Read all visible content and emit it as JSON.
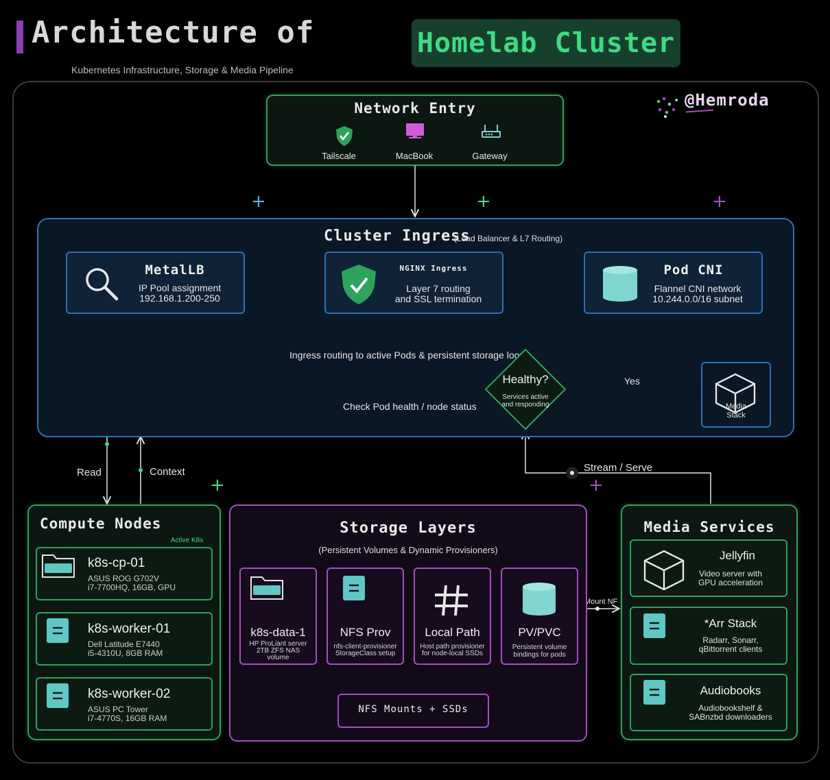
{
  "header": {
    "title": "Architecture of",
    "highlight": "Homelab Cluster",
    "subtitle": "Kubernetes Infrastructure, Storage & Media Pipeline",
    "handle": "@Hemroda"
  },
  "network_entry": {
    "title": "Network Entry",
    "items": [
      {
        "label": "Tailscale",
        "icon": "shield-icon"
      },
      {
        "label": "MacBook",
        "icon": "laptop-icon"
      },
      {
        "label": "Gateway",
        "icon": "router-icon"
      }
    ]
  },
  "cluster_ingress": {
    "title": "Cluster Ingress",
    "title_note": "(Load Balancer & L7 Routing)",
    "metallb": {
      "title": "MetalLB",
      "line1": "IP Pool assignment",
      "line2": "192.168.1.200-250"
    },
    "nginx": {
      "title": "NGINX Ingress",
      "line1": "Layer 7 routing",
      "line2": "and SSL termination"
    },
    "pod_cni": {
      "title": "Pod CNI",
      "line1": "Flannel CNI network",
      "line2": "10.244.0.0/16 subnet"
    },
    "routing_note": "Ingress routing to active Pods & persistent storage loops",
    "decision": {
      "title": "Healthy?",
      "line1": "Services active",
      "line2": "and responding"
    },
    "health_note": "Check Pod health / node status",
    "yes_label": "Yes",
    "media_stack": "Media Stack"
  },
  "edges": {
    "read": "Read",
    "context": "Context",
    "stream": "Stream / Serve",
    "mount": "Mount NF"
  },
  "compute": {
    "title": "Compute Nodes",
    "badge": "Active K8s",
    "nodes": [
      {
        "name": "k8s-cp-01",
        "line1": "ASUS ROG G702V",
        "line2": "i7-7700HQ, 16GB, GPU",
        "icon": "folder-icon"
      },
      {
        "name": "k8s-worker-01",
        "line1": "Dell Latitude E7440",
        "line2": "i5-4310U, 8GB RAM",
        "icon": "server-icon"
      },
      {
        "name": "k8s-worker-02",
        "line1": "ASUS PC Tower",
        "line2": "i7-4770S, 16GB RAM",
        "icon": "server-icon"
      }
    ]
  },
  "storage": {
    "title": "Storage Layers",
    "subtitle": "(Persistent Volumes & Dynamic Provisioners)",
    "layers": [
      {
        "name": "k8s-data-1",
        "line1": "HP ProLiant server",
        "line2": "2TB ZFS NAS",
        "line3": "volume",
        "icon": "folder-icon"
      },
      {
        "name": "NFS Prov",
        "line1": "nfs-client-provisioner",
        "line2": "StorageClass setup",
        "line3": "",
        "icon": "file-icon"
      },
      {
        "name": "Local Path",
        "line1": "Host path provisioner",
        "line2": "for node-local SSDs",
        "line3": "",
        "icon": "hash-icon"
      },
      {
        "name": "PV/PVC",
        "line1": "Persistent volume",
        "line2": "bindings for pods",
        "line3": "",
        "icon": "database-icon"
      }
    ],
    "mounts": "NFS Mounts + SSDs"
  },
  "media": {
    "title": "Media Services",
    "services": [
      {
        "name": "Jellyfin",
        "line1": "Video server with",
        "line2": "GPU acceleration",
        "icon": "cube-icon"
      },
      {
        "name": "*Arr Stack",
        "line1": "Radarr, Sonarr,",
        "line2": "qBittorrent clients",
        "icon": "file-icon"
      },
      {
        "name": "Audiobooks",
        "line1": "Audiobookshelf &",
        "line2": "SABnzbd downloaders",
        "icon": "file-icon"
      }
    ]
  },
  "colors": {
    "green": "#2ea35c",
    "blue": "#2f6fb6",
    "purple": "#a44fc0",
    "teal": "#7fd6cf",
    "accent_green": "#3ddc84"
  }
}
